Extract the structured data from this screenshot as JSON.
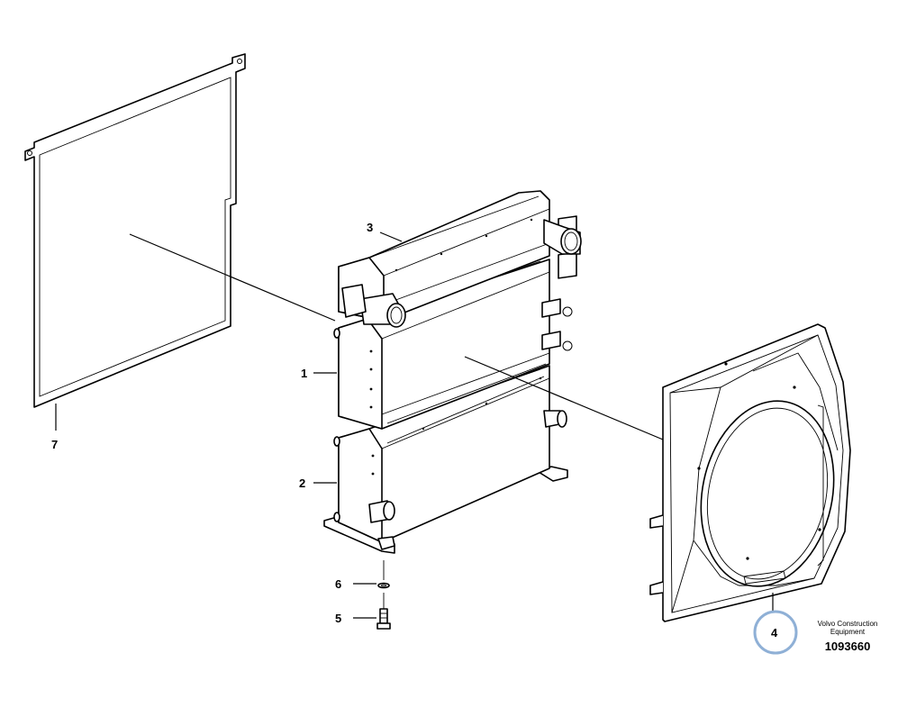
{
  "callouts": {
    "c1": "1",
    "c2": "2",
    "c3": "3",
    "c4": "4",
    "c5": "5",
    "c6": "6",
    "c7": "7"
  },
  "brand": {
    "line1": "Volvo Construction",
    "line2": "Equipment",
    "drawing_number": "1093660"
  },
  "colors": {
    "highlight_circle": "#8fb0d6",
    "line": "#000000"
  }
}
